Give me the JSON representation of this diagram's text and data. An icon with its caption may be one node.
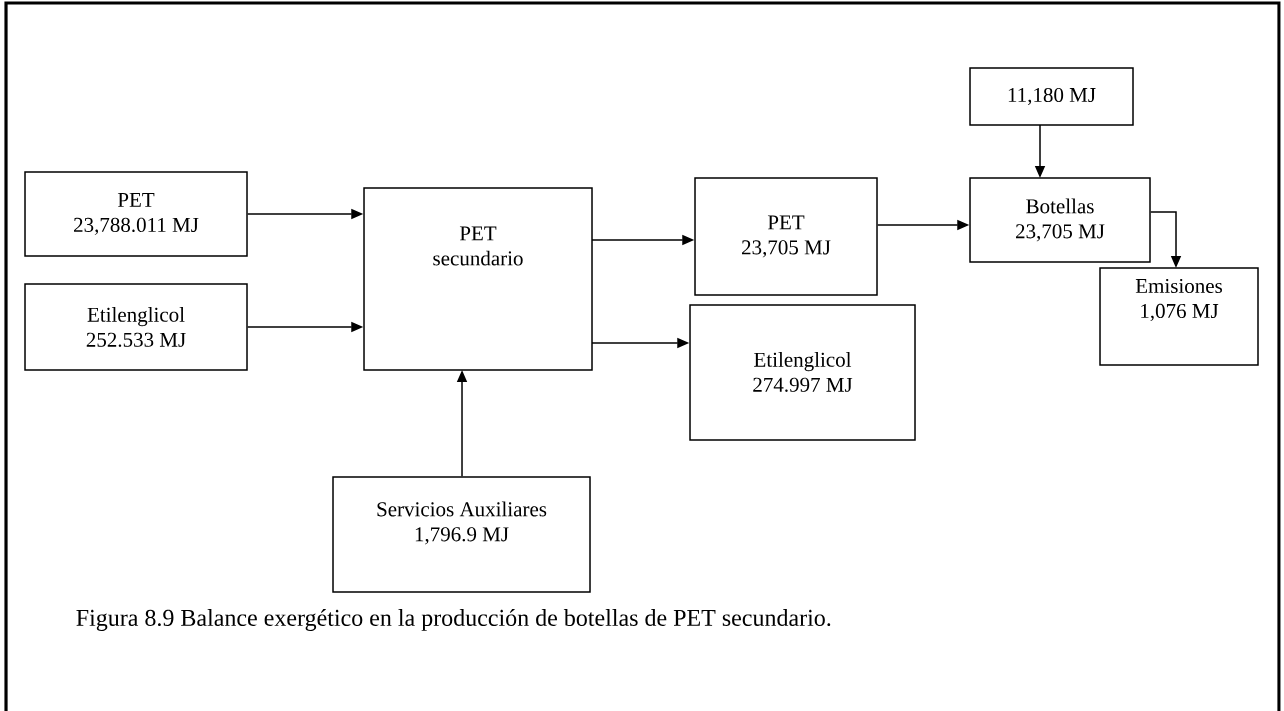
{
  "diagram": {
    "caption": "Figura 8.9 Balance exergético en la producción de botellas de PET secundario.",
    "nodes": [
      {
        "text": [
          "PET",
          "23,788.011 MJ"
        ]
      },
      {
        "text": [
          "Etilenglicol",
          "252.533 MJ"
        ]
      },
      {
        "text": [
          "PET",
          "secundario"
        ]
      },
      {
        "text": [
          "PET",
          "23,705 MJ"
        ]
      },
      {
        "text": [
          "Etilenglicol",
          "274.997 MJ"
        ]
      },
      {
        "text": [
          "11,180 MJ"
        ]
      },
      {
        "text": [
          "Botellas",
          "23,705 MJ"
        ]
      },
      {
        "text": [
          "Emisiones",
          "1,076 MJ"
        ]
      },
      {
        "text": [
          "Servicios Auxiliares",
          "1,796.9 MJ"
        ]
      }
    ],
    "edges": [
      {
        "from": 0,
        "to": 2,
        "arrow": "to"
      },
      {
        "from": 1,
        "to": 2,
        "arrow": "to"
      },
      {
        "from": 8,
        "to": 2,
        "arrow": "to"
      },
      {
        "from": 2,
        "to": 3,
        "arrow": "to"
      },
      {
        "from": 2,
        "to": 4,
        "arrow": "to"
      },
      {
        "from": 3,
        "to": 6,
        "arrow": "to"
      },
      {
        "from": 5,
        "to": 6,
        "arrow": "to"
      },
      {
        "from": 6,
        "to": 7,
        "arrow": "to"
      }
    ]
  }
}
